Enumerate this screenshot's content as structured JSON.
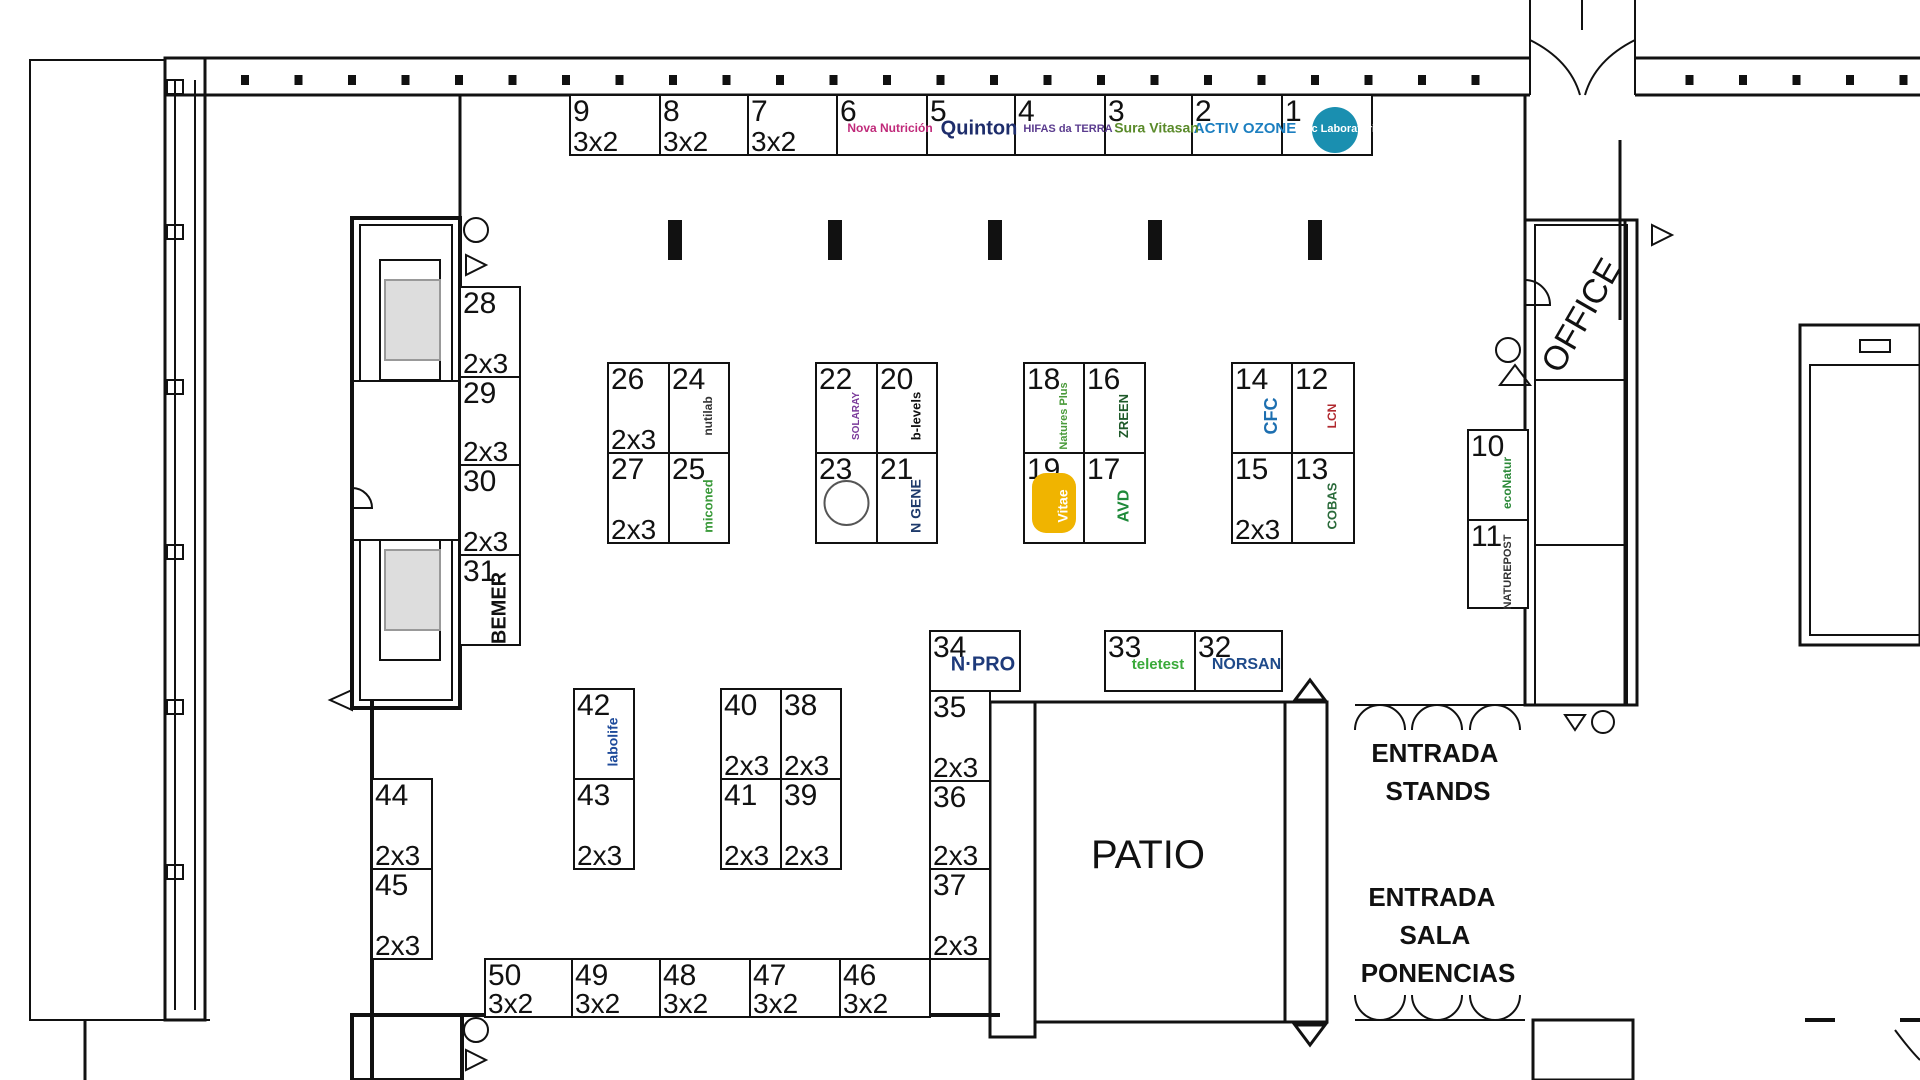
{
  "labels": {
    "patio": "PATIO",
    "office": "OFFICE",
    "entrada_stands": [
      "ENTRADA",
      "STANDS"
    ],
    "entrada_sala": [
      "ENTRADA",
      "SALA",
      "PONENCIAS"
    ]
  },
  "stands": [
    {
      "id": "1",
      "logo": "Nordic Laboratories"
    },
    {
      "id": "2",
      "logo": "ACTIV OZONE"
    },
    {
      "id": "3",
      "logo": "Sura Vitasan"
    },
    {
      "id": "4",
      "logo": "HIFAS da TERRA"
    },
    {
      "id": "5",
      "logo": "Quinton"
    },
    {
      "id": "6",
      "logo": "Nova Nutrición"
    },
    {
      "id": "7",
      "size": "3x2"
    },
    {
      "id": "8",
      "size": "3x2"
    },
    {
      "id": "9",
      "size": "3x2"
    },
    {
      "id": "10",
      "logo": "ecoNatur"
    },
    {
      "id": "11",
      "logo": "NATUREPOST"
    },
    {
      "id": "12",
      "logo": "LCN"
    },
    {
      "id": "13",
      "logo": "COBAS"
    },
    {
      "id": "14",
      "logo": "CFC"
    },
    {
      "id": "15",
      "size": "2x3"
    },
    {
      "id": "16",
      "logo": "ZREEN"
    },
    {
      "id": "17",
      "logo": "AVD"
    },
    {
      "id": "18",
      "logo": "Natures Plus"
    },
    {
      "id": "19",
      "logo": "Vitae"
    },
    {
      "id": "20",
      "logo": "b-levels"
    },
    {
      "id": "21",
      "logo": "N GENE"
    },
    {
      "id": "22",
      "logo": "SOLARAY"
    },
    {
      "id": "23",
      "logo": "seal"
    },
    {
      "id": "24",
      "logo": "nutilab"
    },
    {
      "id": "25",
      "logo": "miconed"
    },
    {
      "id": "26",
      "size": "2x3"
    },
    {
      "id": "27",
      "size": "2x3"
    },
    {
      "id": "28",
      "size": "2x3"
    },
    {
      "id": "29",
      "size": "2x3"
    },
    {
      "id": "30",
      "size": "2x3"
    },
    {
      "id": "31",
      "logo": "BEMER"
    },
    {
      "id": "32",
      "logo": "NORSAN"
    },
    {
      "id": "33",
      "logo": "teletest"
    },
    {
      "id": "34",
      "logo": "N·PRO"
    },
    {
      "id": "35",
      "size": "2x3"
    },
    {
      "id": "36",
      "size": "2x3"
    },
    {
      "id": "37",
      "size": "2x3"
    },
    {
      "id": "38",
      "size": "2x3"
    },
    {
      "id": "39",
      "size": "2x3"
    },
    {
      "id": "40",
      "size": "2x3"
    },
    {
      "id": "41",
      "size": "2x3"
    },
    {
      "id": "42",
      "logo": "labolife"
    },
    {
      "id": "43",
      "size": "2x3"
    },
    {
      "id": "44",
      "size": "2x3"
    },
    {
      "id": "45",
      "size": "2x3"
    },
    {
      "id": "46",
      "size": "3x2"
    },
    {
      "id": "47",
      "size": "3x2"
    },
    {
      "id": "48",
      "size": "3x2"
    },
    {
      "id": "49",
      "size": "3x2"
    },
    {
      "id": "50",
      "size": "3x2"
    }
  ]
}
